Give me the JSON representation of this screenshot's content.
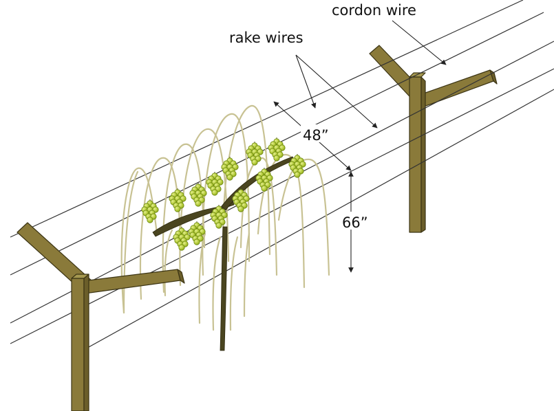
{
  "labels": {
    "cordon_wire": "cordon wire",
    "rake_wires": "rake wires",
    "spacing": "48”",
    "height": "66”"
  },
  "colors": {
    "post_face": "#8a7a3a",
    "post_side": "#6b5e2a",
    "post_top": "#a59850",
    "trunk": "#4a4520",
    "cane": "#c8c293",
    "grape": "#b5cc3c",
    "grape_highlight": "#dbe87a",
    "wire": "#333333"
  }
}
